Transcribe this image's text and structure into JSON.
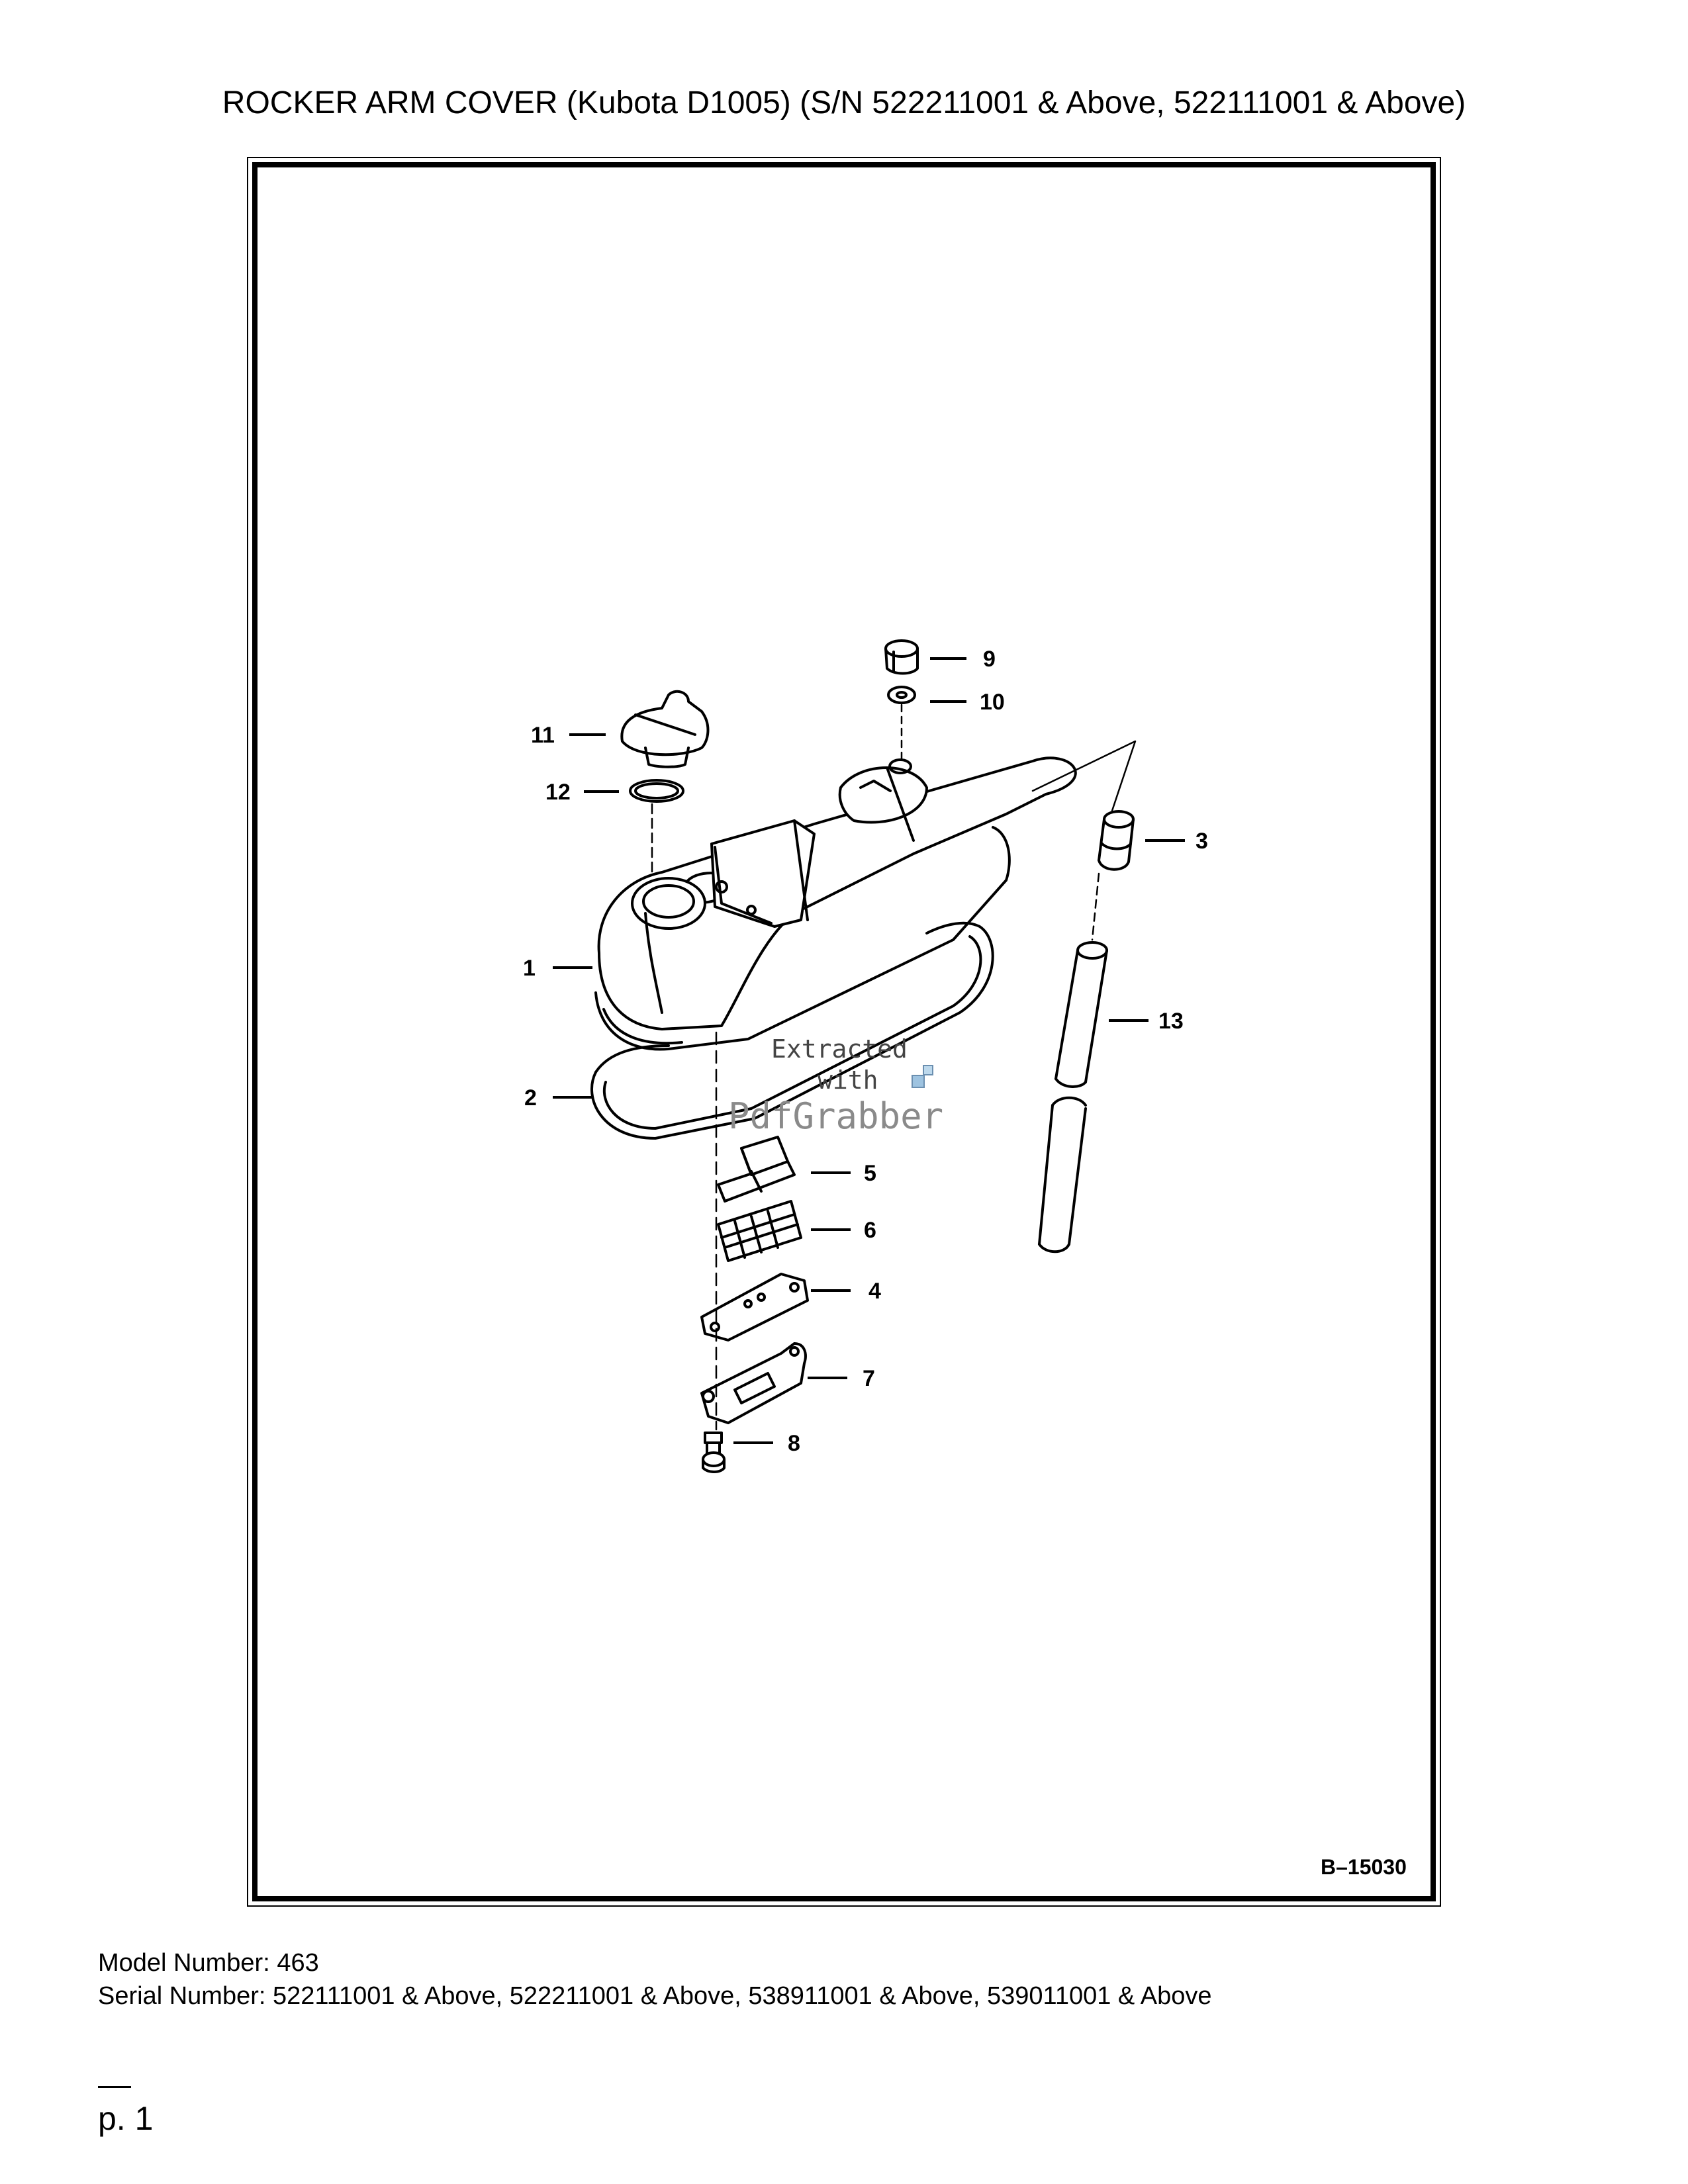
{
  "header": {
    "title": "ROCKER ARM COVER (Kubota D1005) (S/N 522211001 & Above, 522111001 & Above)"
  },
  "diagram": {
    "figure_code": "B–15030",
    "callouts": [
      "1",
      "2",
      "3",
      "4",
      "5",
      "6",
      "7",
      "8",
      "9",
      "10",
      "11",
      "12",
      "13"
    ],
    "watermark": {
      "line1": "Extracted",
      "line2": "with",
      "line3": "PdfGrabber"
    }
  },
  "footer": {
    "model": "Model Number: 463",
    "serial": "Serial Number: 522111001 & Above, 522211001 & Above, 538911001 & Above, 539011001 & Above",
    "page": "p. 1"
  }
}
